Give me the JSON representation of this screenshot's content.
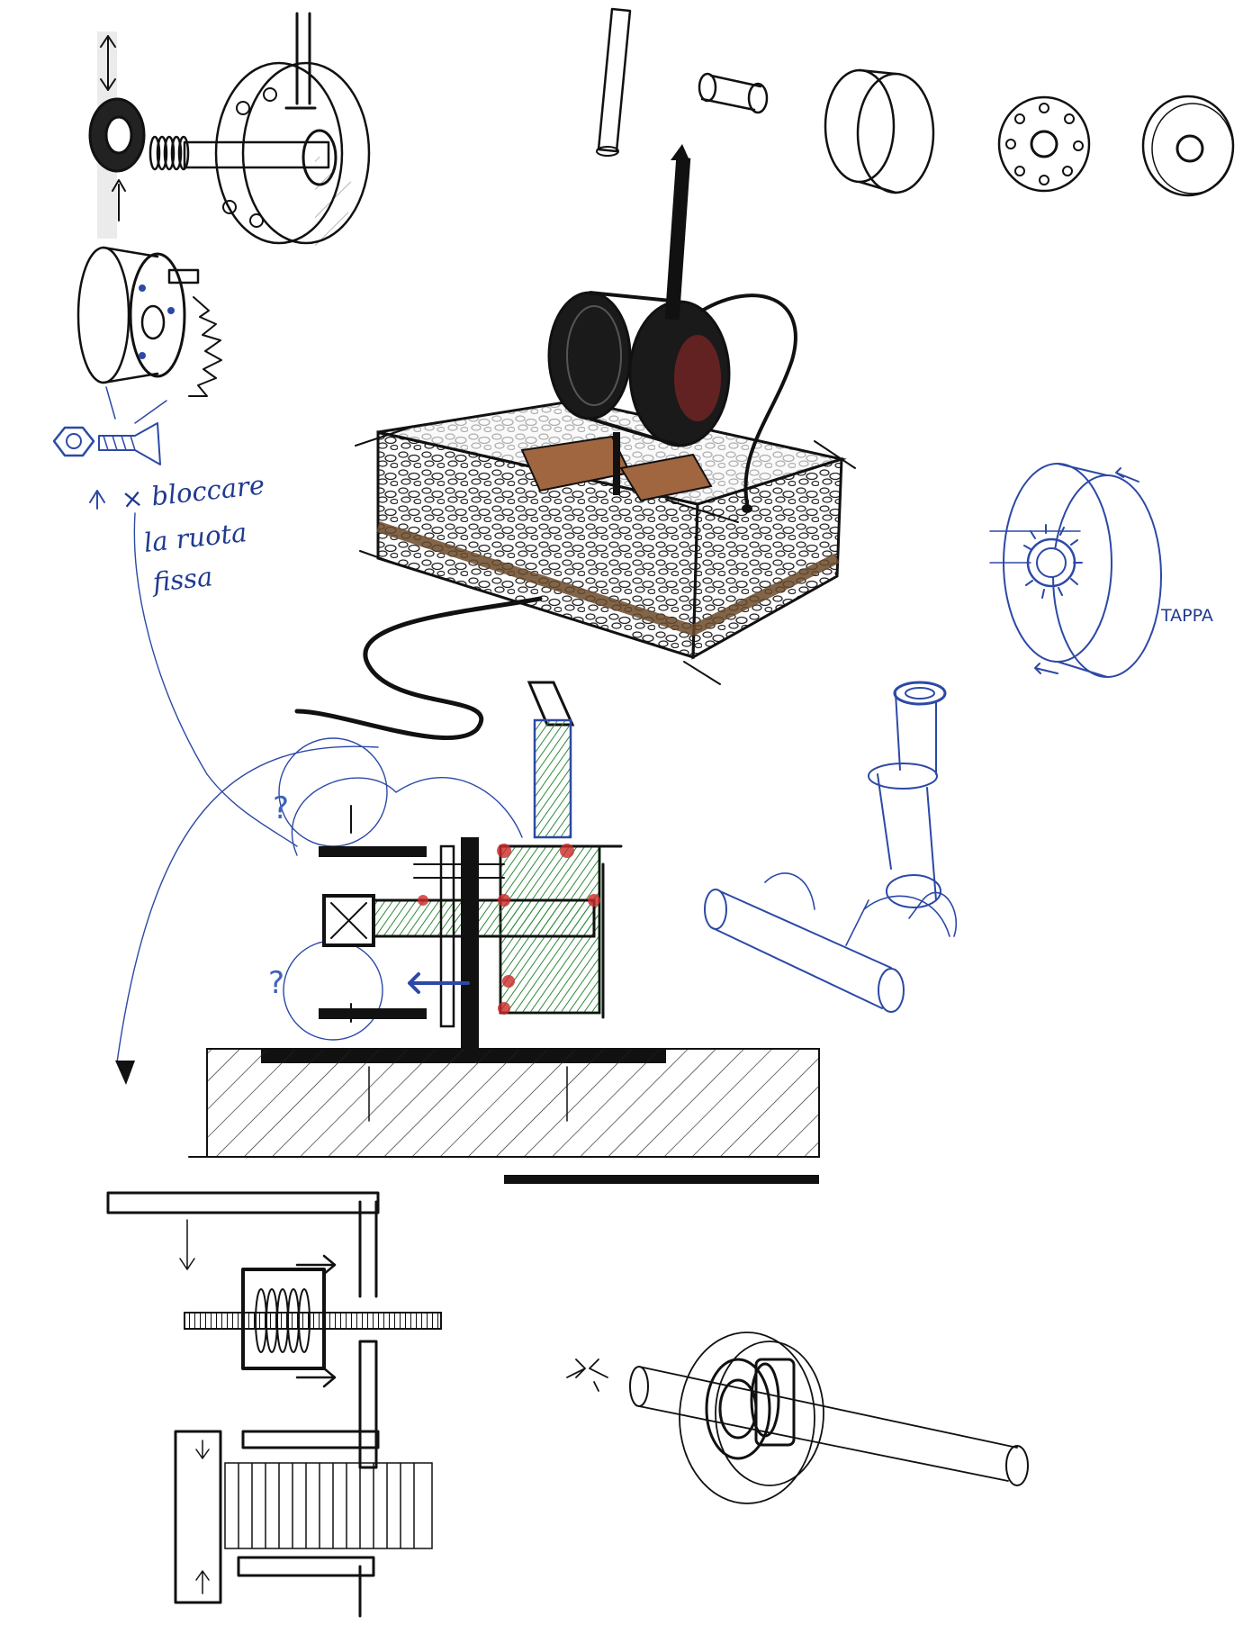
{
  "sketch": {
    "annotations": {
      "lock_note": [
        "× bloccare",
        "la ruota",
        "fissa"
      ],
      "cap_label": "TAPPA",
      "question_upper": "?",
      "question_lower": "?"
    },
    "colors": {
      "ink": "#111111",
      "blue_pen": "#2c49a6",
      "green_marker": "#2f8a3c",
      "red_marker": "#cc2a2a",
      "brown_marker": "#8a5a35"
    }
  }
}
